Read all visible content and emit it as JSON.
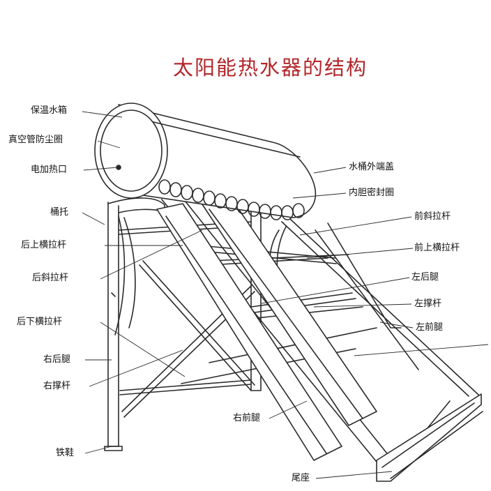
{
  "title": "太阳能热水器的结构",
  "labels": {
    "insulated_tank": "保温水箱",
    "dust_ring": "真空管防尘圈",
    "electric_port": "电加热口",
    "tank_holder": "桶托",
    "rear_upper_bar": "后上横拉杆",
    "rear_diagonal_bar": "后斜拉杆",
    "rear_lower_bar": "后下横拉杆",
    "right_rear_leg": "右后腿",
    "right_brace": "右撑杆",
    "iron_shoe": "铁鞋",
    "tank_end_cap": "水桶外端盖",
    "inner_seal_ring": "内胆密封圈",
    "front_diagonal_bar": "前斜拉杆",
    "front_upper_bar": "前上横拉杆",
    "left_rear_leg": "左后腿",
    "left_brace": "左撑杆",
    "left_front_leg": "左前腿",
    "right_front_leg": "右前腿",
    "tail_seat": "尾座"
  },
  "colors": {
    "title": "#b3262a",
    "line": "#2a2a2a"
  }
}
